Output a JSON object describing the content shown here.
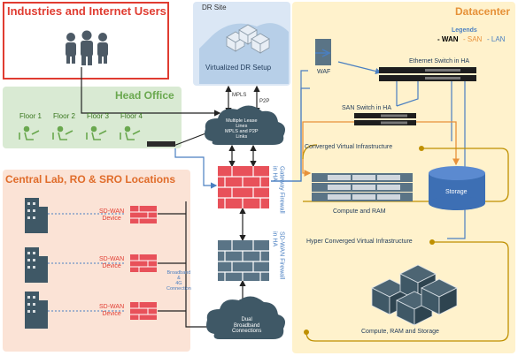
{
  "panels": {
    "industries": {
      "title": "Industries and Internet Users"
    },
    "head_office": {
      "title": "Head Office",
      "floors": [
        "Floor 1",
        "Floor 2",
        "Floor 3",
        "Floor 4"
      ]
    },
    "central_lab": {
      "title": "Central Lab, RO & SRO Locations"
    },
    "datacenter": {
      "title": "Datacenter"
    },
    "dr_site": {
      "title": "DR Site",
      "setup_label": "Virtualized DR Setup"
    }
  },
  "legend": {
    "title": "Legends",
    "items": [
      "- WAN",
      "- SAN",
      "- LAN"
    ],
    "colors": [
      "#000000",
      "#e8913a",
      "#4a7fc1"
    ]
  },
  "links": {
    "mpls": "MPLS",
    "p2p": "P2P",
    "broadband": "Broadband\n&\n4G\nConnection"
  },
  "clouds": {
    "lease_lines": "Multiple Lease\nLines\nMPLS and P2P\nLinks",
    "dual_broadband": "Dual\nBroadband\nConnections"
  },
  "firewalls": {
    "gateway": "Gateway Firewall\nin HA",
    "sdwan": "SD-WAN Firewall\nin HA"
  },
  "sdwan_devices": [
    "SD-WAN\nDevice",
    "SD-WAN\nDevice",
    "SD-WAN\nDevice"
  ],
  "datacenter_items": {
    "waf": "WAF",
    "ethernet_switch": "Ethernet Switch in HA",
    "san_switch": "SAN Switch in HA",
    "converged": "Converged Virtual Infrastructure",
    "compute_ram": "Compute and RAM",
    "storage": "Storage",
    "hyper_converged": "Hyper Converged Virtual Infrastructure",
    "compute_ram_storage": "Compute, RAM and Storage"
  },
  "colors": {
    "industries_border": "#e03c31",
    "industries_text": "#e03c31",
    "head_office_bg": "#d9ead3",
    "central_lab_bg": "#fbe3d6",
    "datacenter_bg": "#fff2cc",
    "accent_blue": "#4a7fc1",
    "sdwan_text": "#e03c31"
  }
}
